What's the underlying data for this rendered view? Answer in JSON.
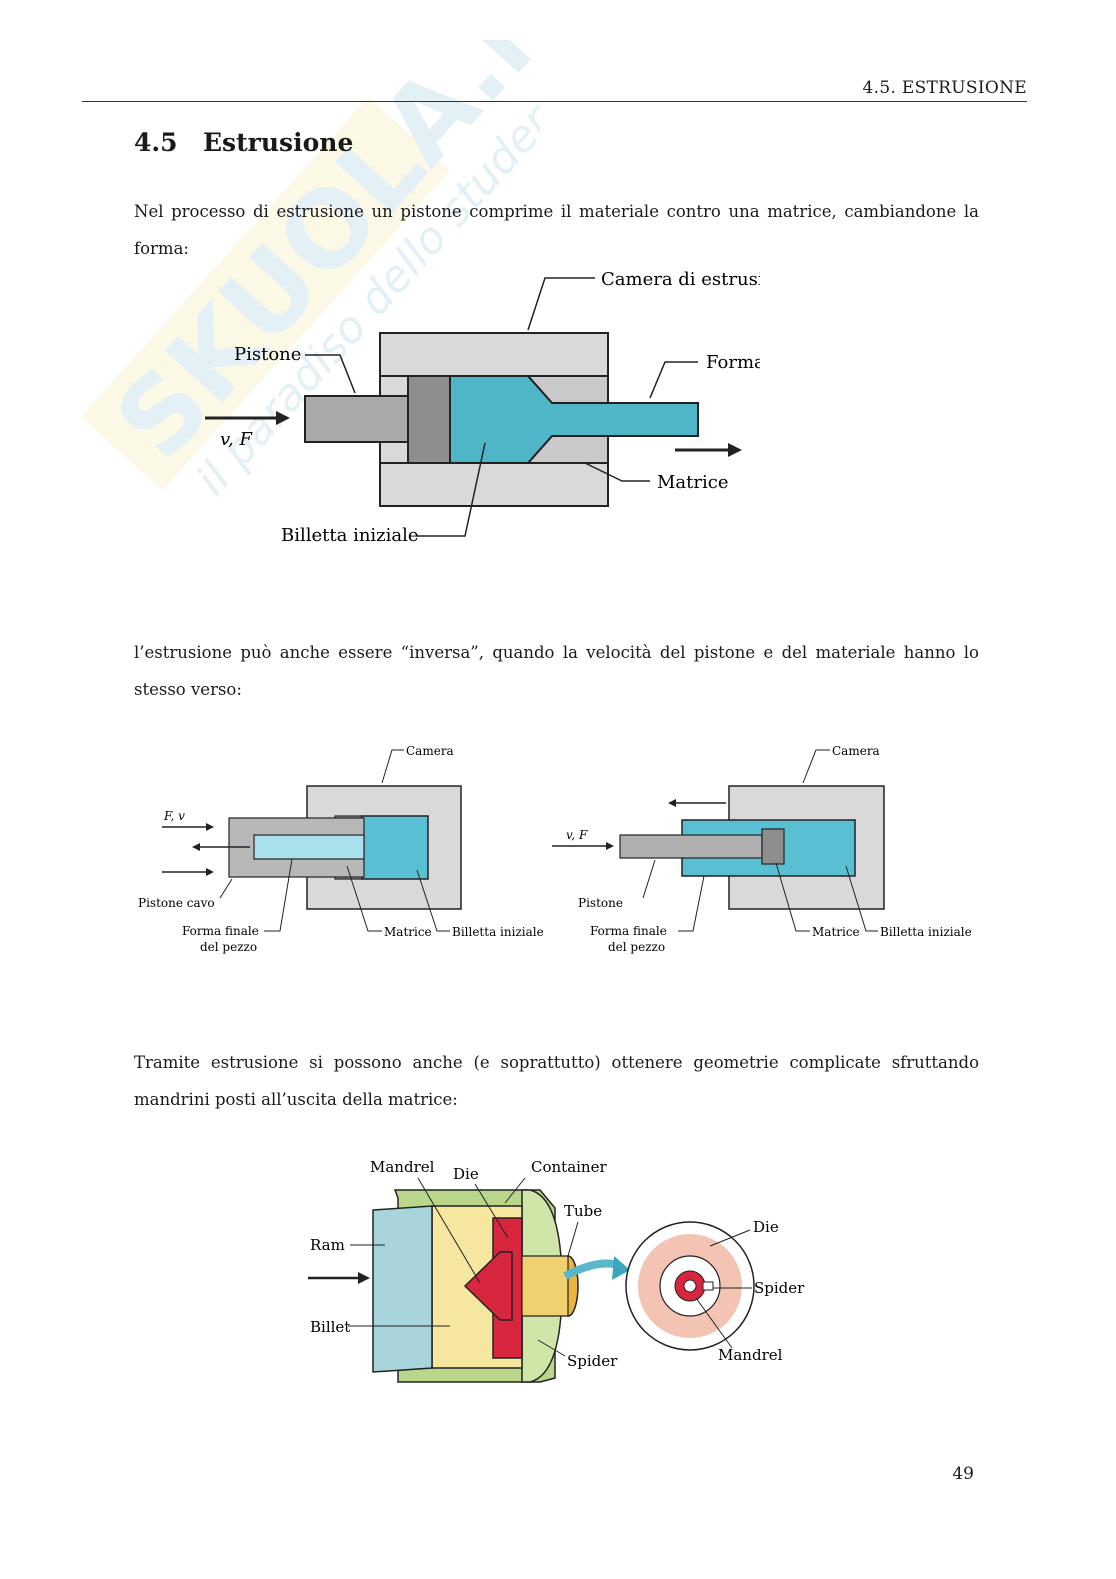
{
  "header": {
    "running_head": "4.5.  ESTRUSIONE"
  },
  "section": {
    "number": "4.5",
    "title": "Estrusione"
  },
  "paragraphs": {
    "intro": "Nel processo di estrusione un pistone comprime il materiale contro una matrice, cambiandone la forma:",
    "inverse": "l’estrusione può anche essere “inversa”, quando la velocità del pistone e del materiale hanno lo stesso verso:",
    "mandrels": "Tramite estrusione si possono anche (e soprattutto) ottenere geometrie complicate sfruttando mandrini posti all’uscita della matrice:"
  },
  "figure1": {
    "labels": {
      "chamber": "Camera di estrusione",
      "piston": "Pistone",
      "final_shape": "Forma finale del pezzo",
      "velocity": "v, F",
      "die": "Matrice",
      "billet": "Billetta iniziale"
    }
  },
  "figure2": {
    "left": {
      "chamber": "Camera",
      "force": "F, v",
      "piston": "Pistone cavo",
      "final_shape": "Forma finale\ndel pezzo",
      "die": "Matrice",
      "billet": "Billetta iniziale"
    },
    "right": {
      "chamber": "Camera",
      "force": "v, F",
      "piston": "Pistone",
      "final_shape": "Forma finale\ndel pezzo",
      "die": "Matrice",
      "billet": "Billetta iniziale"
    }
  },
  "figure3": {
    "labels": {
      "mandrel": "Mandrel",
      "die": "Die",
      "container": "Container",
      "tube": "Tube",
      "ram": "Ram",
      "billet": "Billet",
      "spider": "Spider",
      "die_end": "Die",
      "spider_end": "Spider",
      "mandrel_end": "Mandrel"
    }
  },
  "watermark": {
    "brand": "SKUOLA.net",
    "tagline": "il paradiso dello studente"
  },
  "page_number": "49",
  "colors": {
    "cyan": "#4fb6c8",
    "gray": "#d8d8d8",
    "red": "#d9263f",
    "yellow": "#f2e08a"
  }
}
